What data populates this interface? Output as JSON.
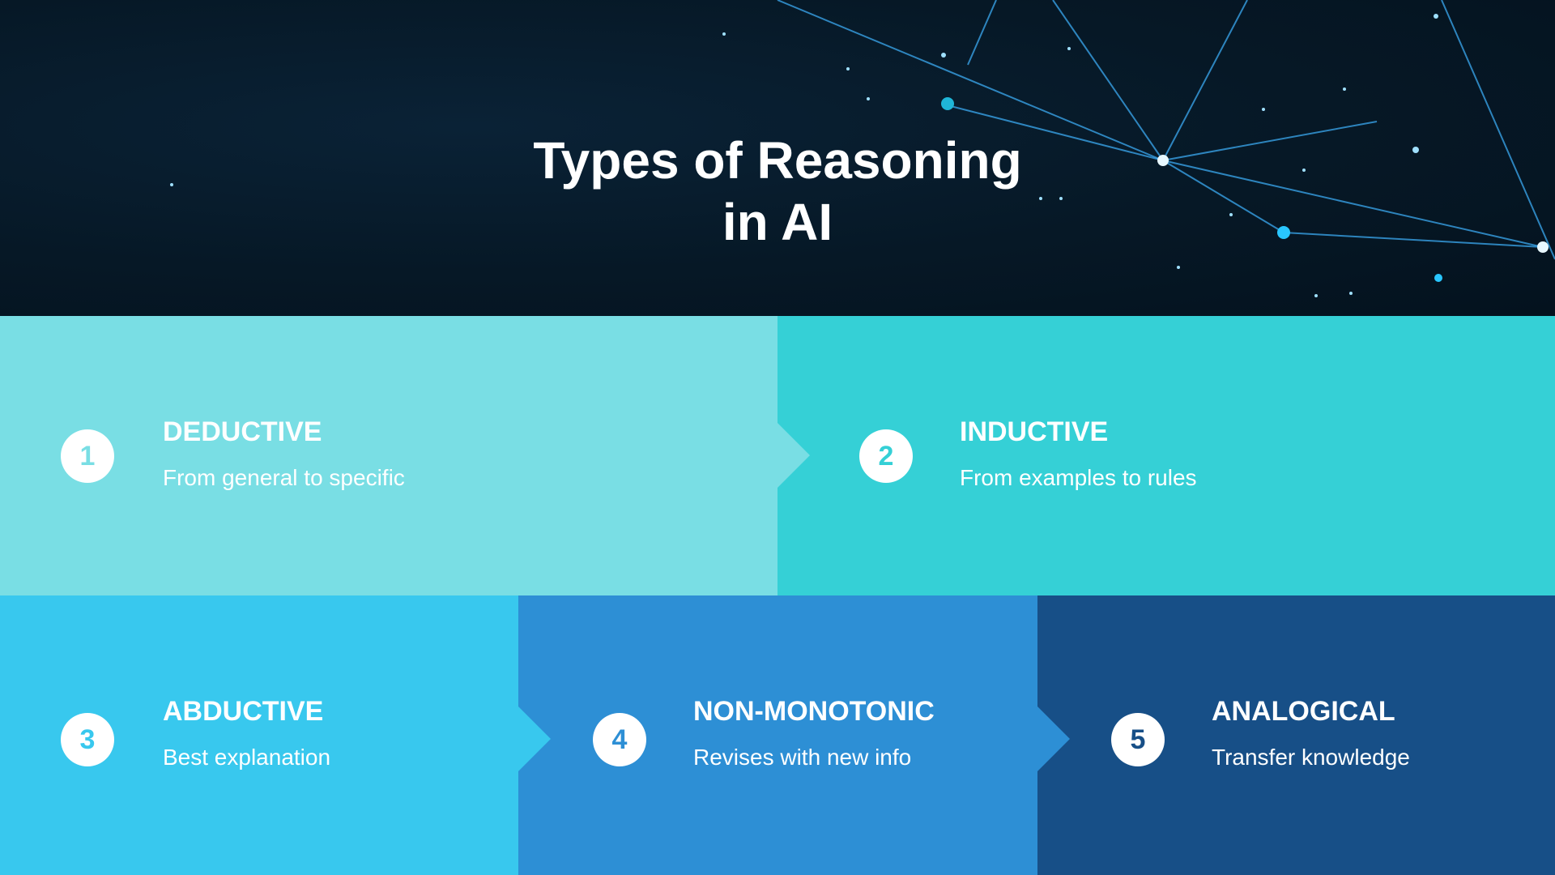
{
  "title_line1": "Types of Reasoning",
  "title_line2": "in AI",
  "items": [
    {
      "number": "1",
      "title": "DEDUCTIVE",
      "subtitle": "From general to specific",
      "color": "#79DEE4"
    },
    {
      "number": "2",
      "title": "INDUCTIVE",
      "subtitle": "From examples to rules",
      "color": "#35D0D6"
    },
    {
      "number": "3",
      "title": "ABDUCTIVE",
      "subtitle": "Best explanation",
      "color": "#38C8EE"
    },
    {
      "number": "4",
      "title": "NON-MONOTONIC",
      "subtitle": "Revises with new info",
      "color": "#2D8FD5"
    },
    {
      "number": "5",
      "title": "ANALOGICAL",
      "subtitle": "Transfer knowledge",
      "color": "#174F87"
    }
  ]
}
